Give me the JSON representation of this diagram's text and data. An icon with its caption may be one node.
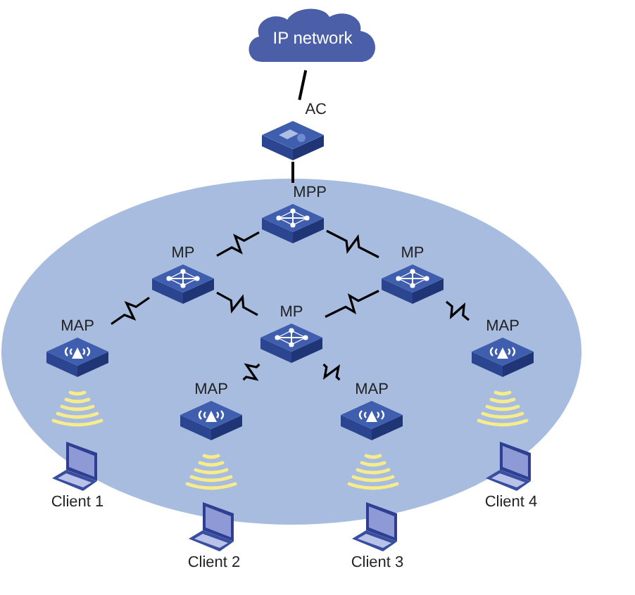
{
  "diagram": {
    "nodes": [
      {
        "text": [
          "IP network"
        ]
      },
      {
        "text": [
          "AC"
        ]
      },
      {
        "text": [
          "MPP"
        ]
      },
      {
        "text": [
          "MP"
        ]
      },
      {
        "text": [
          "MP"
        ]
      },
      {
        "text": [
          "MP"
        ]
      },
      {
        "text": [
          "MAP"
        ]
      },
      {
        "text": [
          "MAP"
        ]
      },
      {
        "text": [
          "MAP"
        ]
      },
      {
        "text": [
          "MAP"
        ]
      },
      {
        "text": [
          "Client 1"
        ]
      },
      {
        "text": [
          "Client 2"
        ]
      },
      {
        "text": [
          "Client 3"
        ]
      },
      {
        "text": [
          "Client 4"
        ]
      }
    ],
    "edges": [
      {
        "from": 0,
        "to": 1,
        "arrow": "none"
      },
      {
        "from": 1,
        "to": 2,
        "arrow": "none"
      },
      {
        "from": 2,
        "to": 3,
        "arrow": "none"
      },
      {
        "from": 2,
        "to": 4,
        "arrow": "none"
      },
      {
        "from": 3,
        "to": 5,
        "arrow": "none"
      },
      {
        "from": 4,
        "to": 5,
        "arrow": "none"
      },
      {
        "from": 3,
        "to": 6,
        "arrow": "none"
      },
      {
        "from": 5,
        "to": 7,
        "arrow": "none"
      },
      {
        "from": 5,
        "to": 8,
        "arrow": "none"
      },
      {
        "from": 4,
        "to": 9,
        "arrow": "none"
      }
    ]
  }
}
